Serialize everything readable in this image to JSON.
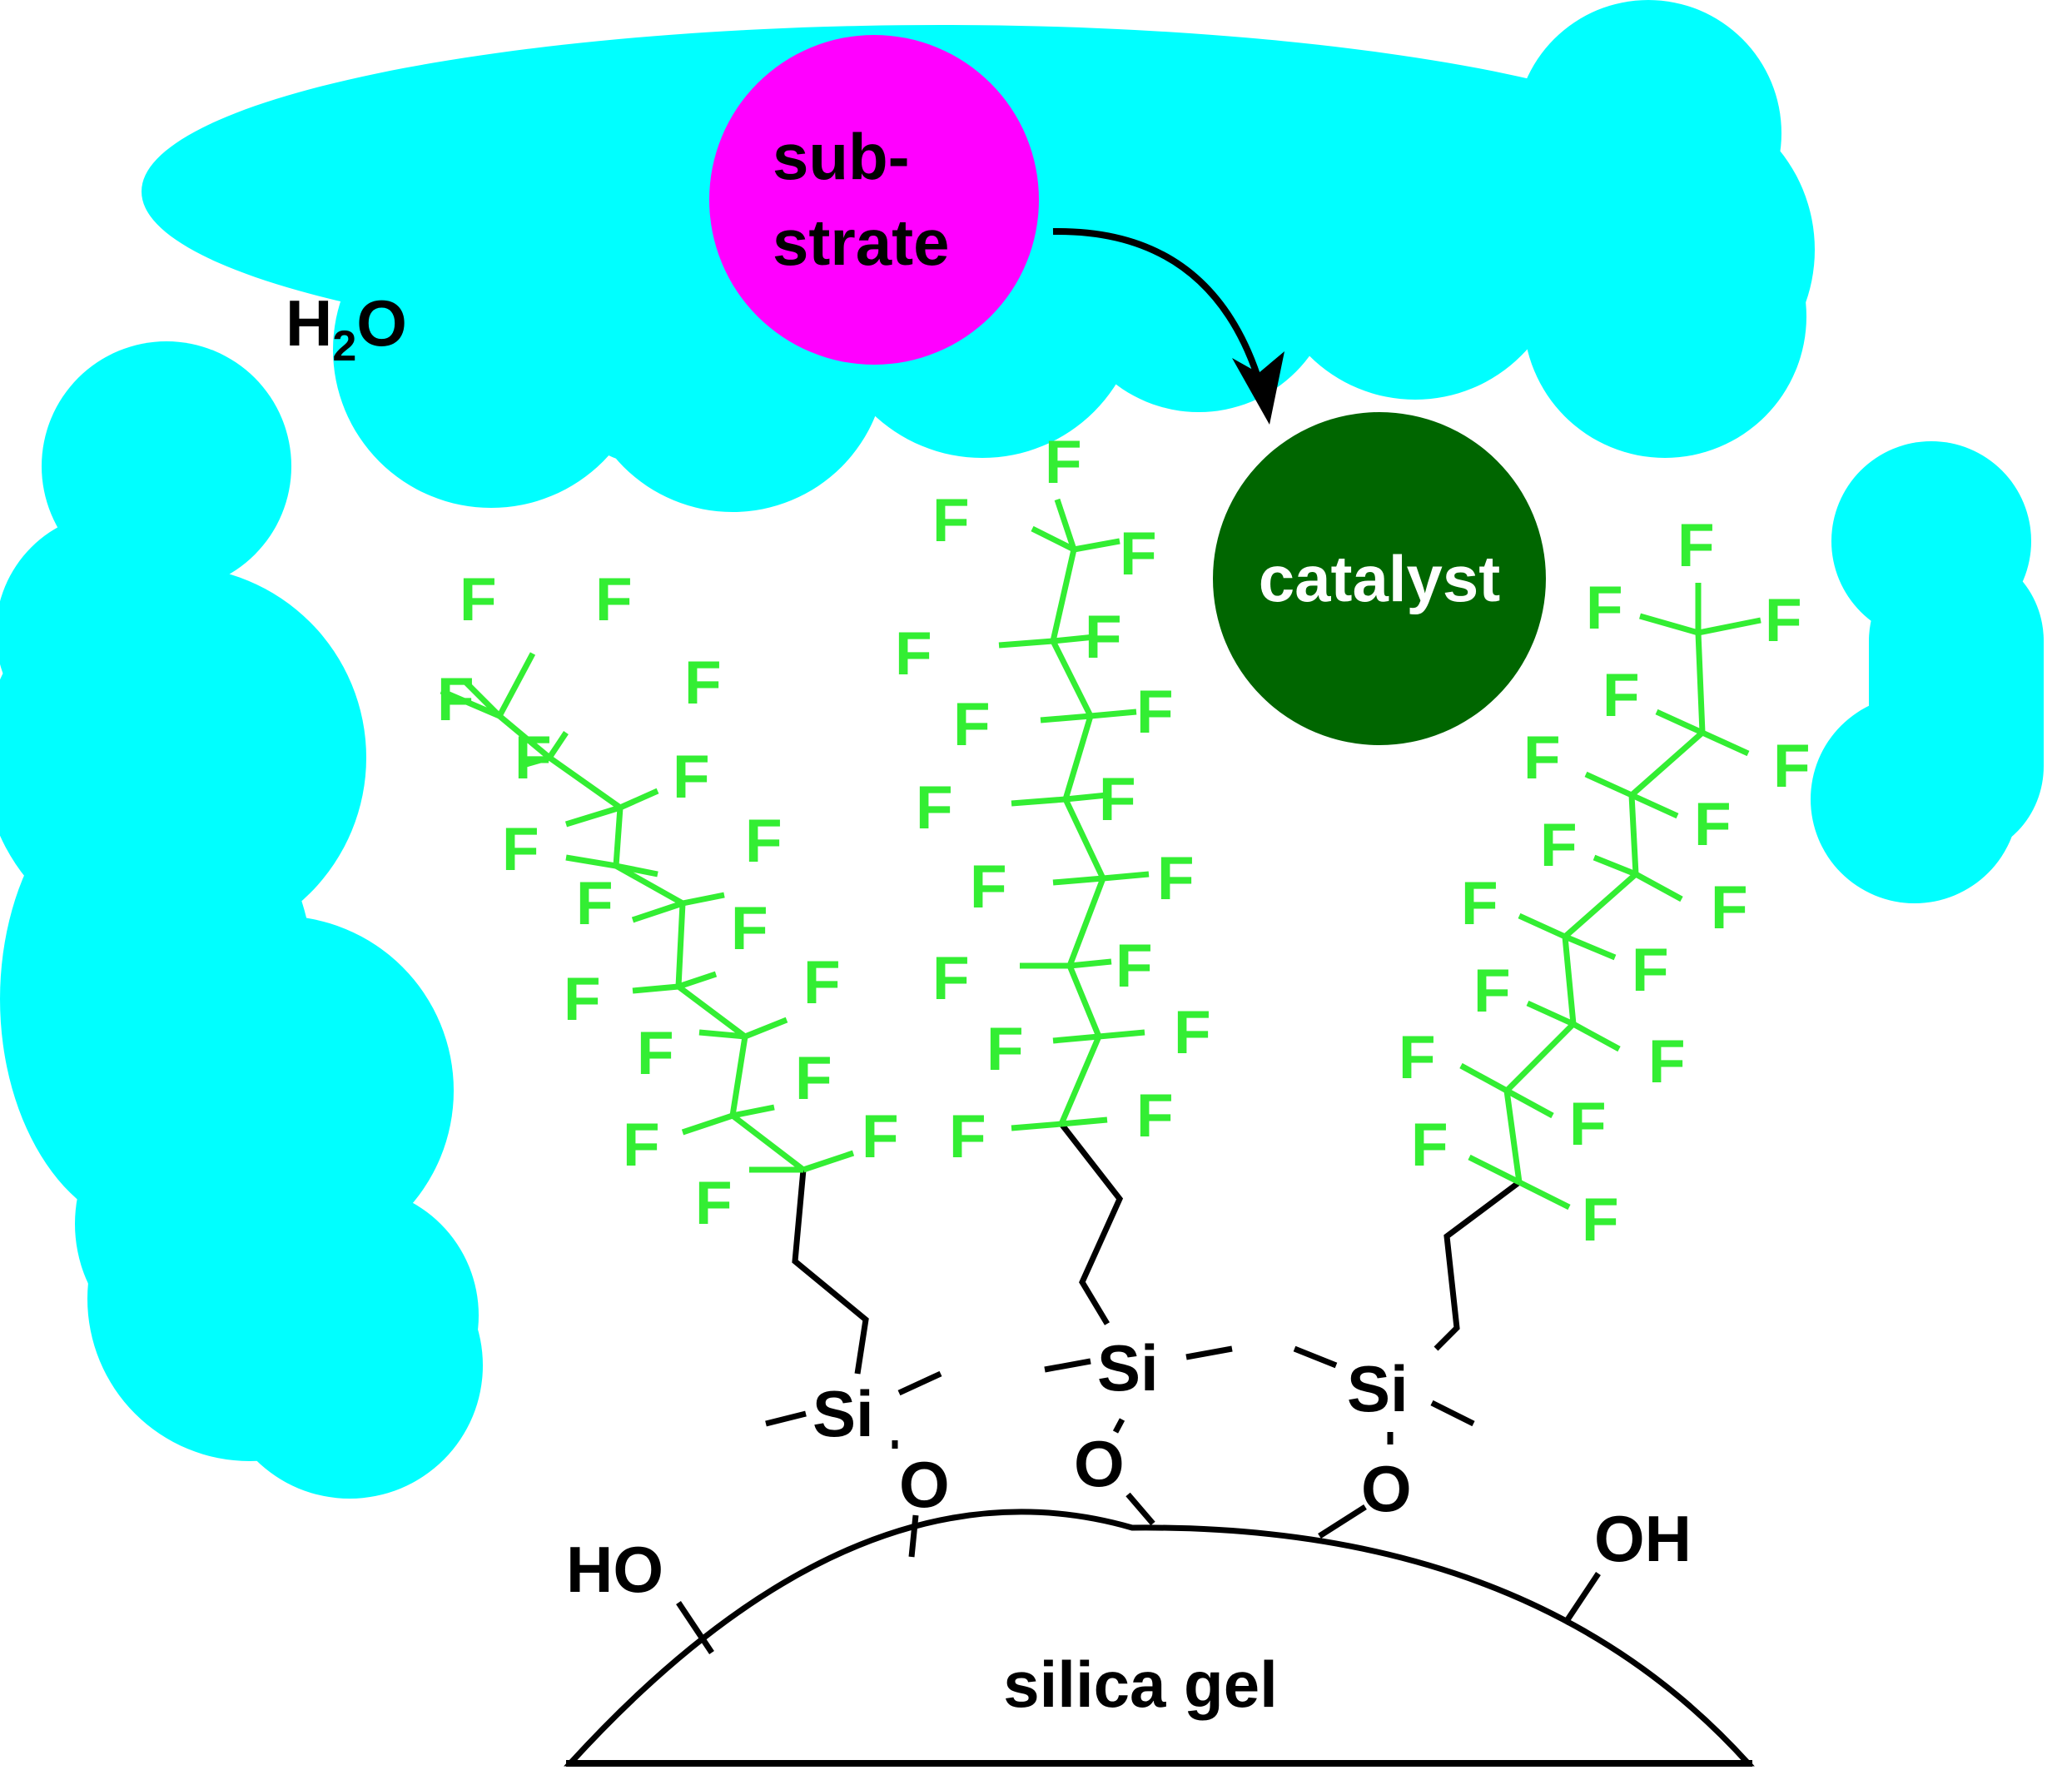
{
  "colors": {
    "water": "#00ffff",
    "substrate": "#ff00ff",
    "catalyst": "#006600",
    "fluorine": "#33ee33",
    "bond": "#000000",
    "catalyst_text": "#ffffff",
    "text": "#000000"
  },
  "labels": {
    "water_main": "H",
    "water_sub": "2",
    "water_tail": "O",
    "substrate_line1": "sub-",
    "substrate_line2": "strate",
    "catalyst": "catalyst",
    "silica": "silica gel",
    "hydroxyl_left": "HO",
    "hydroxyl_right": "OH",
    "silicon": "Si",
    "oxygen": "O",
    "fluorine": "F"
  },
  "chains": [
    {
      "id": "left",
      "fluorine_count": 17,
      "attached_to_surface": true
    },
    {
      "id": "middle",
      "fluorine_count": 17,
      "attached_to_surface": true
    },
    {
      "id": "right",
      "fluorine_count": 17,
      "attached_to_surface": true
    }
  ]
}
